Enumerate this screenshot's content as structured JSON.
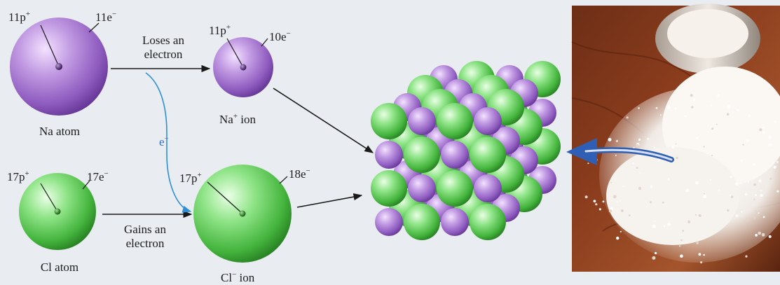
{
  "sodium": {
    "atom": {
      "protons": "11p",
      "protons_sup": "+",
      "electrons": "11e",
      "electrons_sup": "−",
      "name": "Na atom"
    },
    "ion": {
      "protons": "11p",
      "protons_sup": "+",
      "electrons": "10e",
      "electrons_sup": "−",
      "name": "Na",
      "name_sup": "+",
      "name_suffix": " ion"
    }
  },
  "chlorine": {
    "atom": {
      "protons": "17p",
      "protons_sup": "+",
      "electrons": "17e",
      "electrons_sup": "−",
      "name": "Cl atom"
    },
    "ion": {
      "protons": "17p",
      "protons_sup": "+",
      "electrons": "18e",
      "electrons_sup": "−",
      "name": "Cl",
      "name_sup": "−",
      "name_suffix": " ion"
    }
  },
  "transfer": {
    "loses": {
      "line1": "Loses an",
      "line2": "electron"
    },
    "gains": {
      "line1": "Gains an",
      "line2": "electron"
    },
    "electron": "e",
    "electron_sup": "−"
  },
  "colors": {
    "sodium": "#9b6bc4",
    "chlorine": "#4fc248",
    "electron_arrow": "#2f8fd6",
    "photo_arrow": "#2f5fb4"
  }
}
